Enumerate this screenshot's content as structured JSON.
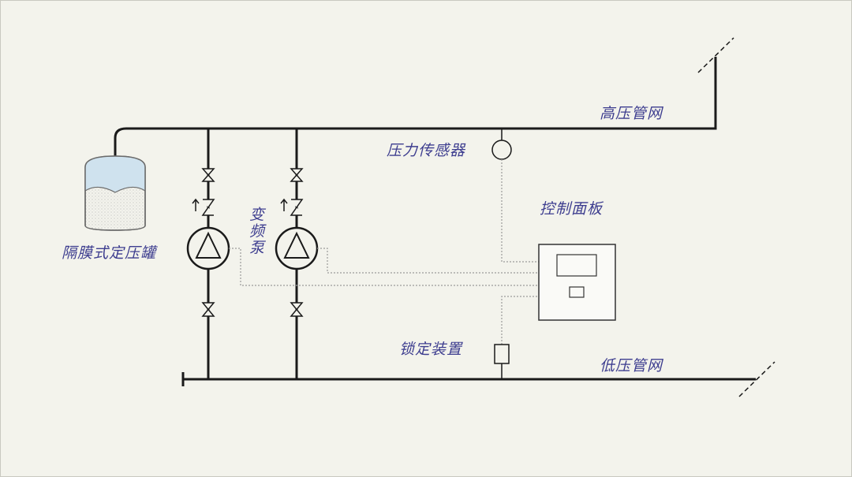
{
  "labels": {
    "high_pressure_net": "高压管网",
    "low_pressure_net": "低压管网",
    "pressure_sensor": "压力传感器",
    "control_panel": "控制面板",
    "diaphragm_tank": "隔膜式定压罐",
    "vfd_pump": "变频泵",
    "lock_device": "锁定装置"
  },
  "caption": "",
  "colors": {
    "background": "#f3f3ec",
    "pipe": "#1a1a1a",
    "label": "#3d3d8f",
    "signal_line": "#9a9a9a",
    "tank_water": "#cfe2ee"
  }
}
